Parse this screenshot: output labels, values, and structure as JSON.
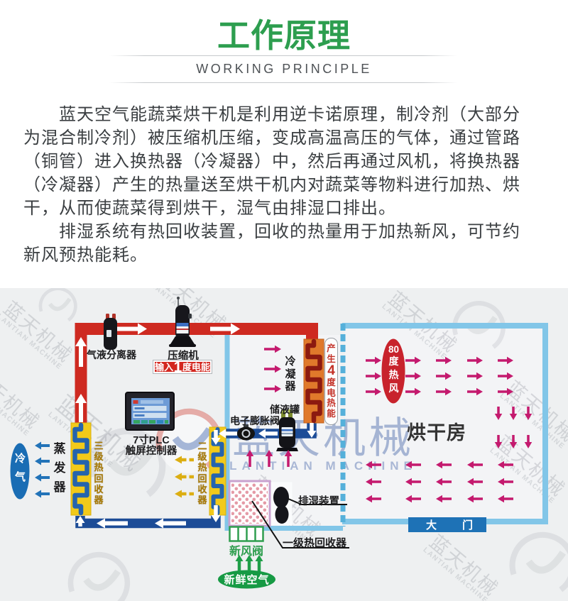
{
  "header": {
    "title": "工作原理",
    "subtitle": "WORKING PRINCIPLE"
  },
  "intro": {
    "lines": [
      "　　蓝天空气能蔬菜烘干机是利用逆卡诺原理，制冷剂（大部分",
      "为混合制冷剂）被压缩机压缩，变成高温高压的气体，通过管路",
      "（铜管）进入换热器（冷凝器）中，然后再通过风机，将换热器",
      "（冷凝器）产生的热量送至烘干机内对蔬菜等物料进行加热、烘",
      "干，从而使蔬菜得到烘干，湿气由排湿口排出。",
      "　　排湿系统有热回收装置，回收的热量用于加热新风，可节约",
      "新风预热能耗。"
    ]
  },
  "diagram": {
    "labels": {
      "separator": "气液分离器",
      "compressor": "压缩机",
      "input_energy": "输入1度电能",
      "plc_line1": "7寸PLC",
      "plc_line2": "触屏控制器",
      "condenser": "冷凝器",
      "generate_heat": "产生4度电热能",
      "receiver": "储液罐",
      "expansion_valve": "电子膨胀阀",
      "evaporator": "蒸发器",
      "recovery_stage3": "三级热回收器",
      "recovery_stage2": "二级热回收器",
      "recovery_stage1": "一级热回收器",
      "cold_air": "冷气",
      "dehumidifier": "排湿装置",
      "fresh_air_valve": "新风阀",
      "fresh_air": "新鲜空气",
      "hot_wind": "80度热风",
      "drying_room": "烘干房",
      "gate": "大门"
    },
    "watermark": {
      "cn": "蓝天机械",
      "en": "LANTIAN MACHINE"
    },
    "colors": {
      "title_green": "#2d9e4f",
      "hot_pipe_red": "#ce2a21",
      "cold_pipe_blue": "#1c4c97",
      "wall_light_blue": "#82c6e8",
      "flow_arrow_magenta": "#c41a6e",
      "coil_yellow": "#f2ca1a",
      "coil_blue": "#2564ad",
      "condenser_orange": "#e0792b",
      "condenser_coil_red": "#8c1a10",
      "cold_air_blue": "#1a6db4",
      "hot_wind_crimson": "#c8232c",
      "gate_blue": "#1e72b6",
      "fresh_green": "#169a44",
      "energy_red": "#d3261e"
    }
  }
}
